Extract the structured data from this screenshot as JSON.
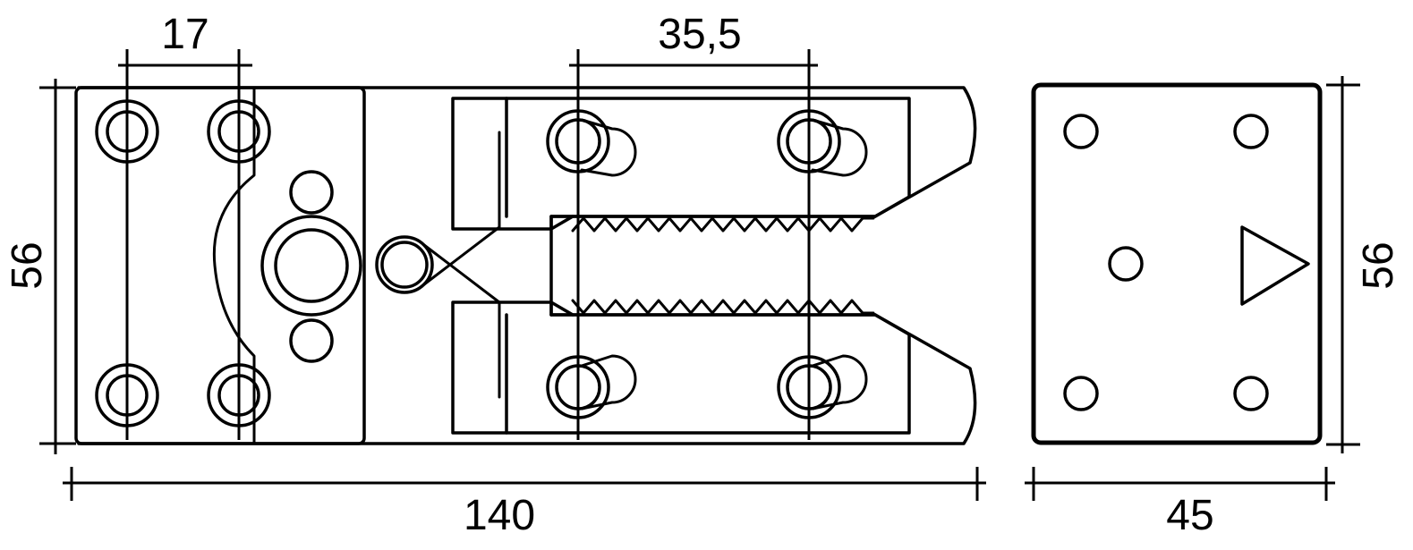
{
  "dimensions": {
    "hole_spacing_small": "17",
    "hole_spacing_large": "35,5",
    "total_length": "140",
    "height_left": "56",
    "height_right": "56",
    "side_width": "45"
  }
}
